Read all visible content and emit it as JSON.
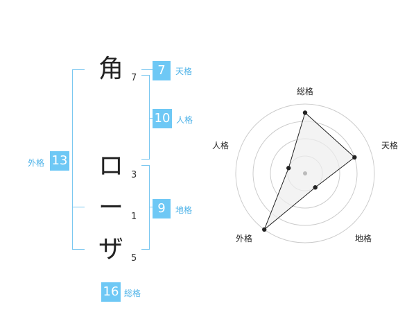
{
  "name_chars": [
    {
      "char": "角",
      "strokes": "7"
    },
    {
      "char": "ロ",
      "strokes": "3"
    },
    {
      "char": "ー",
      "strokes": "1"
    },
    {
      "char": "ザ",
      "strokes": "5"
    }
  ],
  "fortunes": {
    "ten": {
      "value": "7",
      "label": "天格"
    },
    "jin": {
      "value": "10",
      "label": "人格"
    },
    "chi": {
      "value": "9",
      "label": "地格"
    },
    "gai": {
      "value": "13",
      "label": "外格"
    },
    "sou": {
      "value": "16",
      "label": "総格"
    }
  },
  "chart_data": {
    "type": "radar",
    "axes": [
      "総格",
      "天格",
      "地格",
      "外格",
      "人格"
    ],
    "values": [
      3.5,
      3,
      1,
      4,
      1
    ],
    "max": 4,
    "rings": 4,
    "colors": {
      "fill": "#eeeeee",
      "stroke": "#222222",
      "grid": "#cccccc",
      "center": "#bbbbbb"
    }
  }
}
